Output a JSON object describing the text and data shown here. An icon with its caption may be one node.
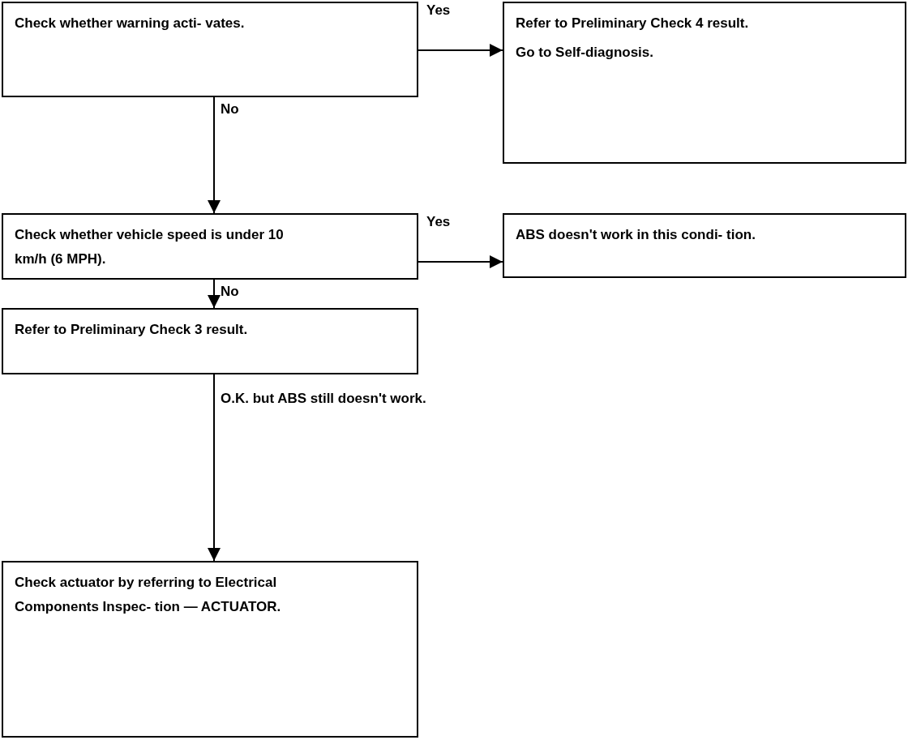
{
  "diagram": {
    "nodes": [
      {
        "text": [
          "Check whether warning acti- vates."
        ]
      },
      {
        "text": [
          "Refer to Preliminary Check 4 result.",
          "Go to Self-diagnosis."
        ]
      },
      {
        "text": [
          "Check whether vehicle speed is under 10 km/h (6 MPH)."
        ]
      },
      {
        "text": [
          "ABS doesn't work in this condi- tion."
        ]
      },
      {
        "text": [
          "Refer to Preliminary Check 3 result."
        ]
      },
      {
        "text": [
          "Check actuator by referring to Electrical Components Inspec- tion — ACTUATOR."
        ]
      }
    ],
    "edges": [
      {
        "from": 0,
        "to": 1,
        "arrow": "to",
        "label": "Yes"
      },
      {
        "from": 0,
        "to": 2,
        "arrow": "to",
        "label": "No"
      },
      {
        "from": 2,
        "to": 3,
        "arrow": "to",
        "label": "Yes"
      },
      {
        "from": 2,
        "to": 4,
        "arrow": "to",
        "label": "No"
      },
      {
        "from": 4,
        "to": 5,
        "arrow": "to",
        "label": "O.K. but ABS still doesn't work."
      }
    ]
  }
}
